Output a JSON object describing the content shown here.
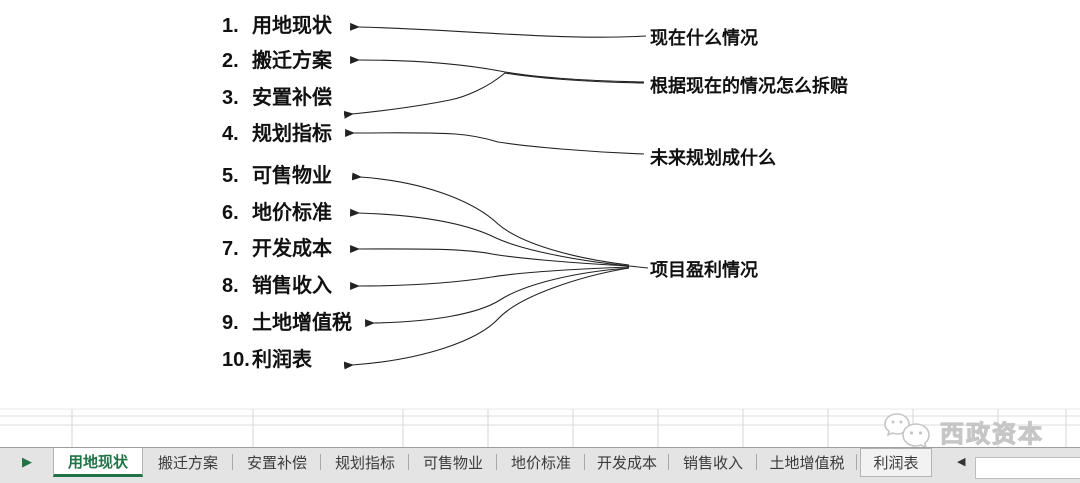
{
  "diagram": {
    "items": [
      {
        "num": "1.",
        "label": "用地现状"
      },
      {
        "num": "2.",
        "label": "搬迁方案"
      },
      {
        "num": "3.",
        "label": "安置补偿"
      },
      {
        "num": "4.",
        "label": "规划指标"
      },
      {
        "num": "5.",
        "label": "可售物业"
      },
      {
        "num": "6.",
        "label": "地价标准"
      },
      {
        "num": "7.",
        "label": "开发成本"
      },
      {
        "num": "8.",
        "label": "销售收入"
      },
      {
        "num": "9.",
        "label": "土地增值税"
      },
      {
        "num": "10.",
        "label": "利润表"
      }
    ],
    "annotations": [
      {
        "label": "现在什么情况"
      },
      {
        "label": "根据现在的情况怎么拆赔"
      },
      {
        "label": "未来规划成什么"
      },
      {
        "label": "项目盈利情况"
      }
    ]
  },
  "sheet_bar": {
    "tabs": [
      {
        "label": "用地现状",
        "state": "active"
      },
      {
        "label": "搬迁方案",
        "state": "normal"
      },
      {
        "label": "安置补偿",
        "state": "normal"
      },
      {
        "label": "规划指标",
        "state": "normal"
      },
      {
        "label": "可售物业",
        "state": "normal"
      },
      {
        "label": "地价标准",
        "state": "normal"
      },
      {
        "label": "开发成本",
        "state": "normal"
      },
      {
        "label": "销售收入",
        "state": "normal"
      },
      {
        "label": "土地增值税",
        "state": "normal"
      },
      {
        "label": "利润表",
        "state": "raised"
      }
    ],
    "nav_forward_glyph": "▶",
    "scroll_left_glyph": "◀"
  },
  "watermark": {
    "text": "西政资本",
    "icon": "wechat"
  },
  "colors": {
    "excel_green": "#217346",
    "tabbar_bg": "#e4e4e4",
    "gridline": "#d6d6d6",
    "curve": "#222222",
    "watermark_gray": "#c6c6c6"
  }
}
